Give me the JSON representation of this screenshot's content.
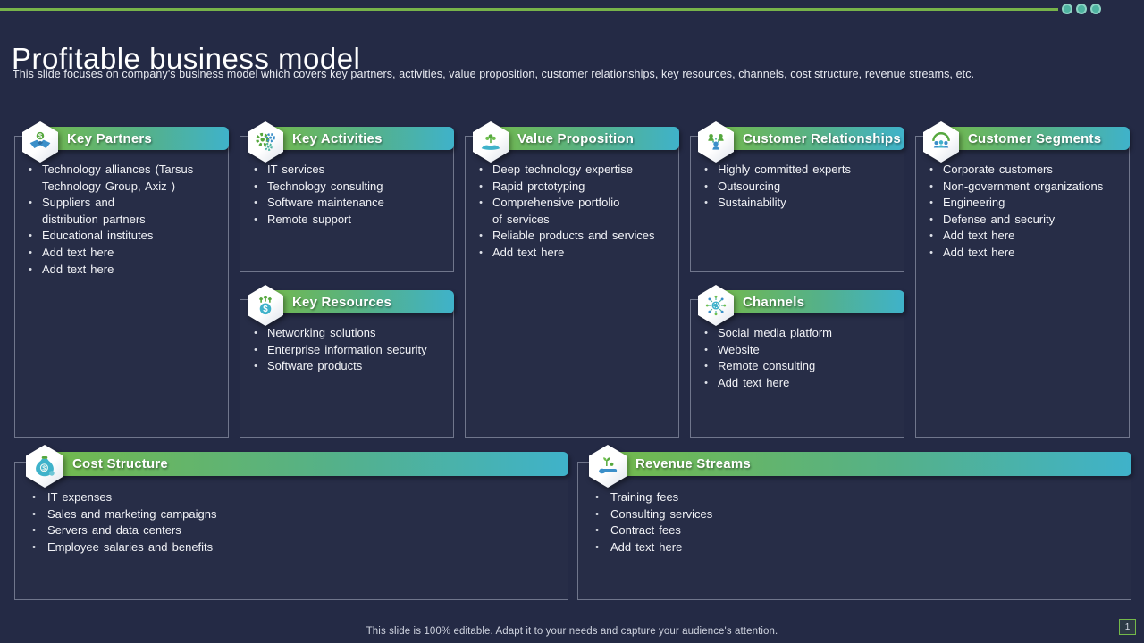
{
  "slide": {
    "title": "Profitable business model",
    "subtitle": "This slide focuses on company's business model which covers key partners, activities, value proposition, customer relationships, key resources, channels, cost structure, revenue streams, etc.",
    "footer_note": "This slide is 100% editable.  Adapt it to your needs and capture your audience's attention.",
    "page_number": "1"
  },
  "ui": {
    "bullet": "•"
  },
  "colors": {
    "background": "#242a45",
    "accent_green": "#74b94a",
    "accent_teal": "#3fb2ca",
    "dot_teal": "#4eb3a0",
    "card_border": "#b9bfd2",
    "icon_green": "#56a83e",
    "icon_blue": "#3b8fc9"
  },
  "cards": [
    {
      "title": "Key Partners",
      "icon": "handshake-icon",
      "items": [
        "Technology alliances (Tarsus\nTechnology Group, Axiz )",
        "Suppliers and\ndistribution partners",
        "Educational institutes",
        "Add text here",
        "Add text here"
      ]
    },
    {
      "title": "Key Activities",
      "icon": "gears-icon",
      "items": [
        "IT services",
        "Technology consulting",
        "Software maintenance",
        "Remote support"
      ]
    },
    {
      "title": "Value Proposition",
      "icon": "growth-hands-icon",
      "items": [
        "Deep technology expertise",
        "Rapid prototyping",
        "Comprehensive portfolio\nof services",
        "Reliable products and services",
        "Add text here"
      ]
    },
    {
      "title": "Customer Relationships",
      "icon": "people-network-icon",
      "items": [
        "Highly committed experts",
        "Outsourcing",
        "Sustainability"
      ]
    },
    {
      "title": "Customer Segments",
      "icon": "people-group-icon",
      "items": [
        "Corporate customers",
        "Non-government organizations",
        "Engineering",
        "Defense and security",
        "Add text here",
        "Add text here"
      ]
    },
    {
      "title": "Key Resources",
      "icon": "money-growth-icon",
      "items": [
        "Networking solutions",
        "Enterprise information security",
        "Software products"
      ]
    },
    {
      "title": "Channels",
      "icon": "network-icon",
      "items": [
        "Social media platform",
        "Website",
        "Remote consulting",
        "Add text here"
      ]
    },
    {
      "title": "Cost Structure",
      "icon": "money-bag-icon",
      "items": [
        "IT expenses",
        "Sales and marketing campaigns",
        "Servers and data centers",
        "Employee salaries and benefits"
      ]
    },
    {
      "title": "Revenue Streams",
      "icon": "hand-plant-icon",
      "items": [
        "Training fees",
        "Consulting services",
        "Contract fees",
        "Add text here"
      ]
    }
  ]
}
